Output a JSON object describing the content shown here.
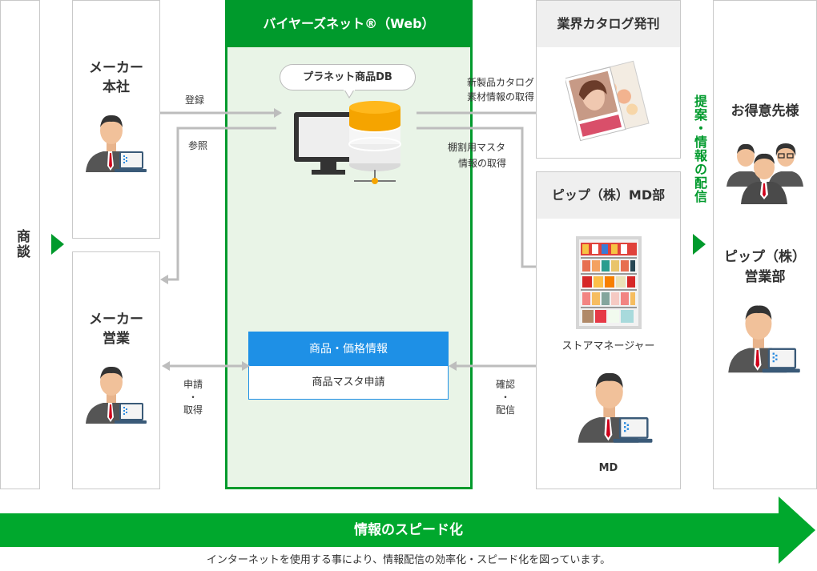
{
  "shoudan": "商談",
  "maker_hq": {
    "line1": "メーカー",
    "line2": "本社"
  },
  "maker_sales": {
    "line1": "メーカー",
    "line2": "営業"
  },
  "buyers_net": {
    "title": "バイヤーズネット®（Web）",
    "db_label": "プラネット商品DB"
  },
  "arrows": {
    "register": "登録",
    "reference": "参照",
    "apply_line1": "申請",
    "apply_dot": "・",
    "apply_line2": "取得",
    "catalog_line1": "新製品カタログ",
    "catalog_line2": "素材情報の取得",
    "shelf_line1": "棚割用マスタ",
    "shelf_line2": "情報の取得",
    "confirm_line1": "確認",
    "confirm_dot": "・",
    "confirm_line2": "配信"
  },
  "product_box": {
    "header": "商品・価格情報",
    "body": "商品マスタ申請"
  },
  "catalog_panel": {
    "title": "業界カタログ発刊"
  },
  "pip_md": {
    "title": "ピップ（株）MD部",
    "store_manager": "ストアマネージャー",
    "md": "MD"
  },
  "proposal": "提案・情報の配信",
  "customers": {
    "title": "お得意先様",
    "pip_line1": "ピップ（株）",
    "pip_line2": "営業部"
  },
  "speed_banner": "情報のスピード化",
  "footer": "インターネットを使用する事により、情報配信の効率化・スピード化を図っています。",
  "colors": {
    "green": "#009a2c",
    "light_green": "#e9f4e7",
    "blue": "#1e90e6",
    "orange": "#f5a400",
    "arrow_gray": "#bdbdbd"
  }
}
